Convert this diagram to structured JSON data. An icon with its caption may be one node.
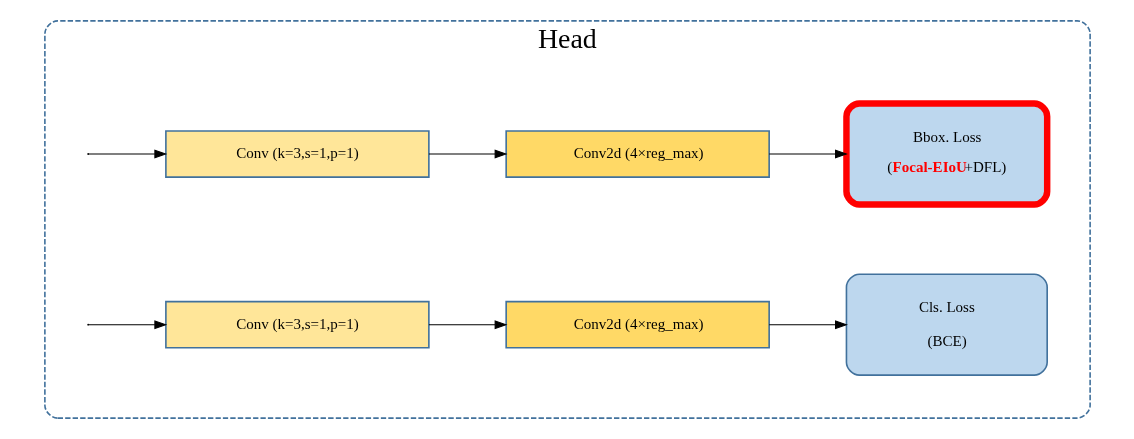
{
  "diagram": {
    "nodes": [
      {
        "text": [
          "Head"
        ]
      },
      {
        "text": [
          "Conv (k=3,s=1,p=1)"
        ],
        "in": 0
      },
      {
        "text": [
          "Conv2d (4×reg_max)"
        ],
        "in": 0
      },
      {
        "text": [
          "Bbox. Loss",
          "(**Focal-EIoU**+DFL)"
        ],
        "in": 0
      },
      {
        "text": [
          "Conv (k=3,s=1,p=1)"
        ],
        "in": 0
      },
      {
        "text": [
          "Conv2d (4×reg_max)"
        ],
        "in": 0
      },
      {
        "text": [
          "Cls. Loss",
          "(BCE)"
        ],
        "in": 0
      }
    ],
    "edges": [
      {
        "from": null,
        "to": 1,
        "arrow": "to"
      },
      {
        "from": null,
        "to": 4,
        "arrow": "to"
      },
      {
        "from": 1,
        "to": 2,
        "arrow": "to"
      },
      {
        "from": 2,
        "to": 3,
        "arrow": "to"
      },
      {
        "from": 4,
        "to": 5,
        "arrow": "to"
      },
      {
        "from": 5,
        "to": 6,
        "arrow": "to"
      }
    ]
  }
}
